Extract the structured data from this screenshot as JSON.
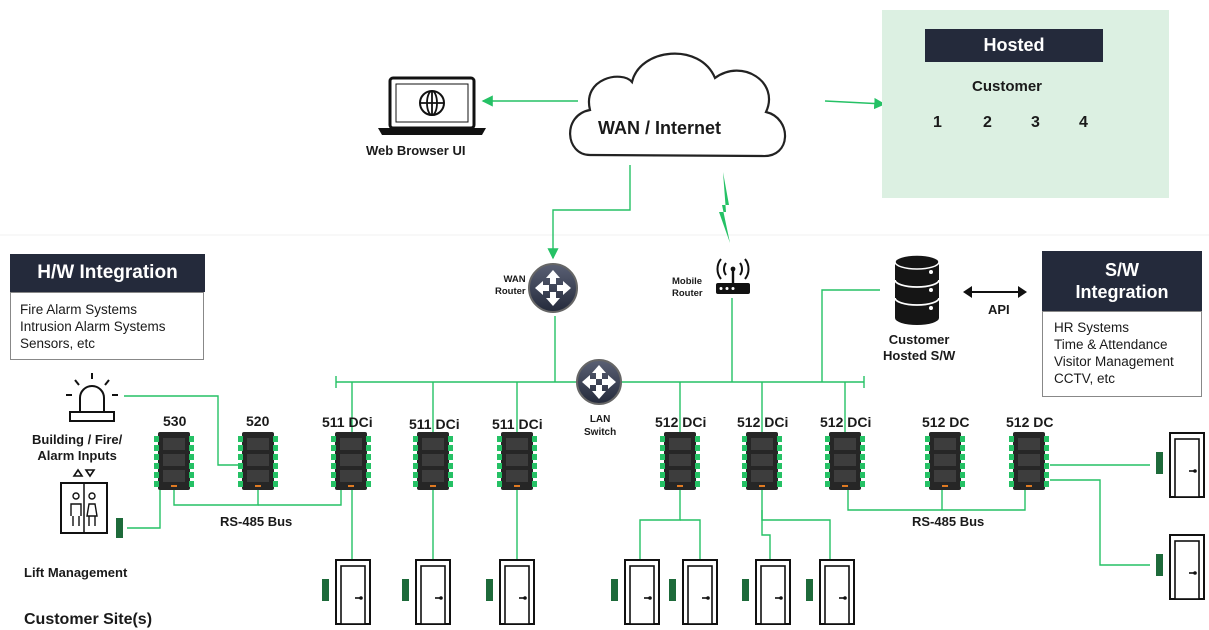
{
  "cloud": {
    "label": "WAN / Internet"
  },
  "web_browser": {
    "label": "Web Browser UI"
  },
  "hosted": {
    "title": "Hosted",
    "customer_label": "Customer",
    "databases": [
      "1",
      "2",
      "3",
      "4"
    ]
  },
  "hw_integration": {
    "title": "H/W Integration",
    "items": [
      "Fire Alarm Systems",
      "Intrusion Alarm Systems",
      "Sensors, etc"
    ]
  },
  "sw_integration": {
    "title_line1": "S/W",
    "title_line2": "Integration",
    "items": [
      "HR Systems",
      "Time & Attendance",
      "Visitor Management",
      "CCTV, etc"
    ]
  },
  "wan_router": {
    "line1": "WAN",
    "line2": "Router"
  },
  "mobile_router": {
    "line1": "Mobile",
    "line2": "Router"
  },
  "lan_switch": {
    "line1": "LAN",
    "line2": "Switch"
  },
  "customer_hosted": {
    "line1": "Customer",
    "line2": "Hosted S/W"
  },
  "api_label": "API",
  "inputs": {
    "line1": "Building / Fire/",
    "line2": "Alarm Inputs"
  },
  "lift": {
    "label": "Lift Management"
  },
  "site": {
    "label": "Customer Site(s)"
  },
  "bus_labels": [
    "RS-485 Bus",
    "RS-485 Bus"
  ],
  "controllers": [
    "530",
    "520",
    "511 DCi",
    "511 DCi",
    "511 DCi",
    "512 DCi",
    "512 DCi",
    "512 DCi",
    "512 DC",
    "512 DC"
  ],
  "colors": {
    "accent_green": "#25c165",
    "dark_navy": "#242a3b",
    "hosted_panel": "#dcf0e2"
  }
}
